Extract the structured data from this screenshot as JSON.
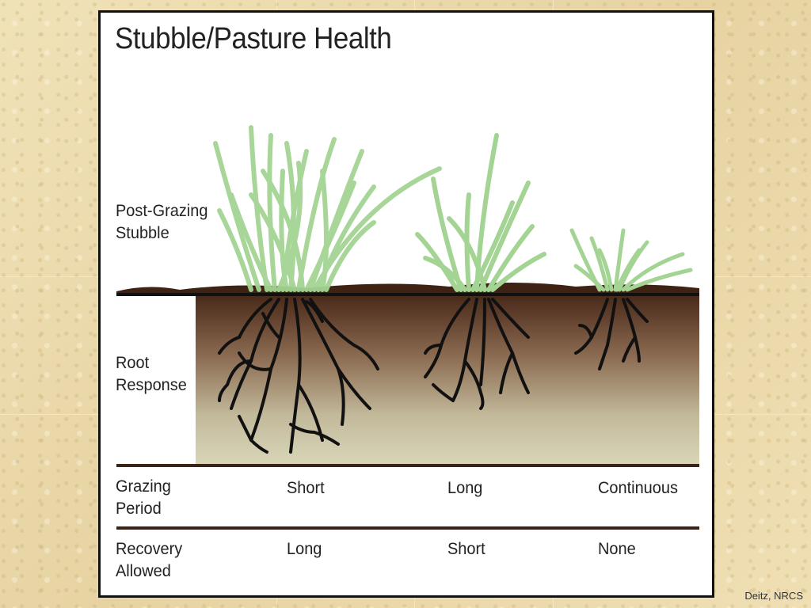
{
  "title": "Stubble/Pasture Health",
  "row_labels": {
    "stubble": [
      "Post-Grazing",
      "Stubble"
    ],
    "roots": [
      "Root",
      "Response"
    ],
    "grazing": [
      "Grazing",
      "Period"
    ],
    "recovery": [
      "Recovery",
      "Allowed"
    ]
  },
  "columns": [
    {
      "grazing_period": "Short",
      "recovery_allowed": "Long"
    },
    {
      "grazing_period": "Long",
      "recovery_allowed": "Short"
    },
    {
      "grazing_period": "Continuous",
      "recovery_allowed": "None"
    }
  ],
  "credit": "Deitz, NRCS",
  "colors": {
    "grass": "#9fd08f",
    "grass_edge": "#6fae63",
    "soil_top": "#4a2a1a",
    "soil_bottom": "#d8d6b8",
    "root": "#111111",
    "rule": "#3a2418"
  }
}
